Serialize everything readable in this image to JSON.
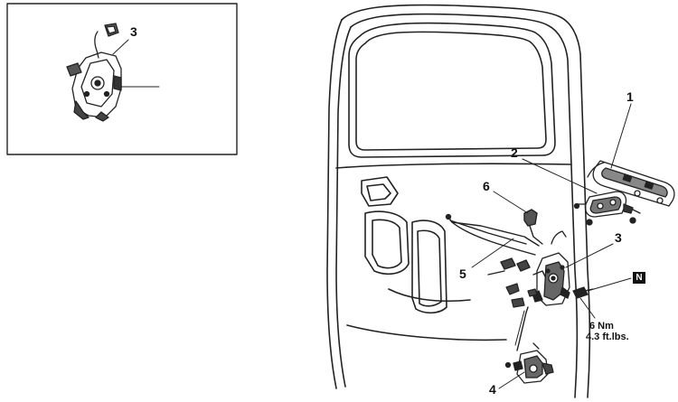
{
  "callouts": {
    "inset_lock": "3",
    "handle": "1",
    "bracket": "2",
    "rod": "6",
    "latch": "3",
    "link": "5",
    "lower_lock": "4"
  },
  "new_part_badge": "N",
  "torque": {
    "value": "6 Nm",
    "imperial": "4.3 ft.lbs."
  }
}
